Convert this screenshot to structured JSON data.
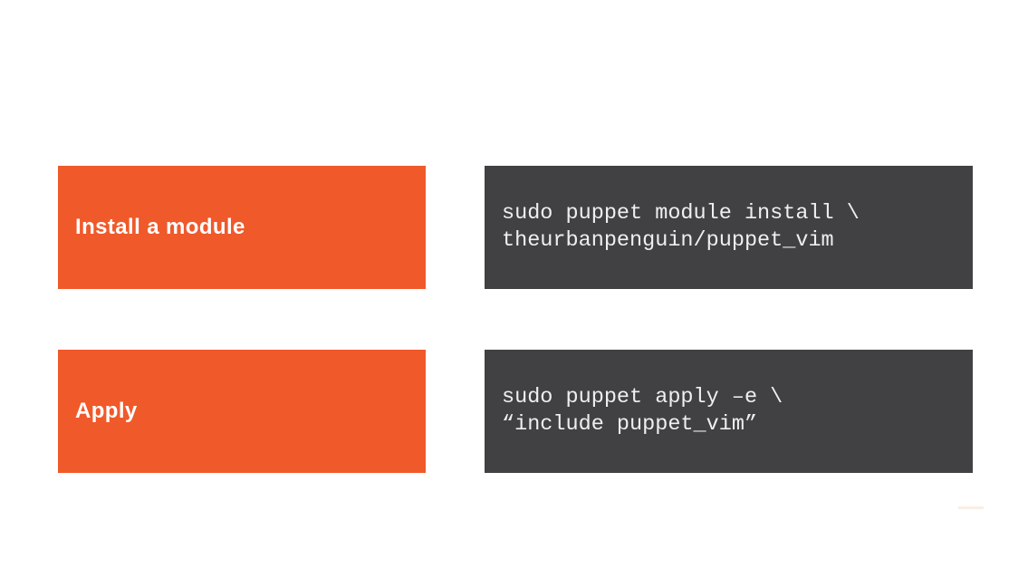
{
  "slide": {
    "background_color": "#ffffff",
    "colors": {
      "label_box_background": "#F0592A",
      "code_box_background": "#414042",
      "label_text_color": "#FFFFFF",
      "code_text_color": "#EFEFEF"
    },
    "rows": [
      {
        "label": "Install a module",
        "code_lines": [
          "sudo puppet module install \\",
          "theurbanpenguin/puppet_vim"
        ]
      },
      {
        "label": "Apply",
        "code_lines": [
          "sudo puppet apply –e \\",
          "“include puppet_vim”"
        ]
      }
    ]
  }
}
